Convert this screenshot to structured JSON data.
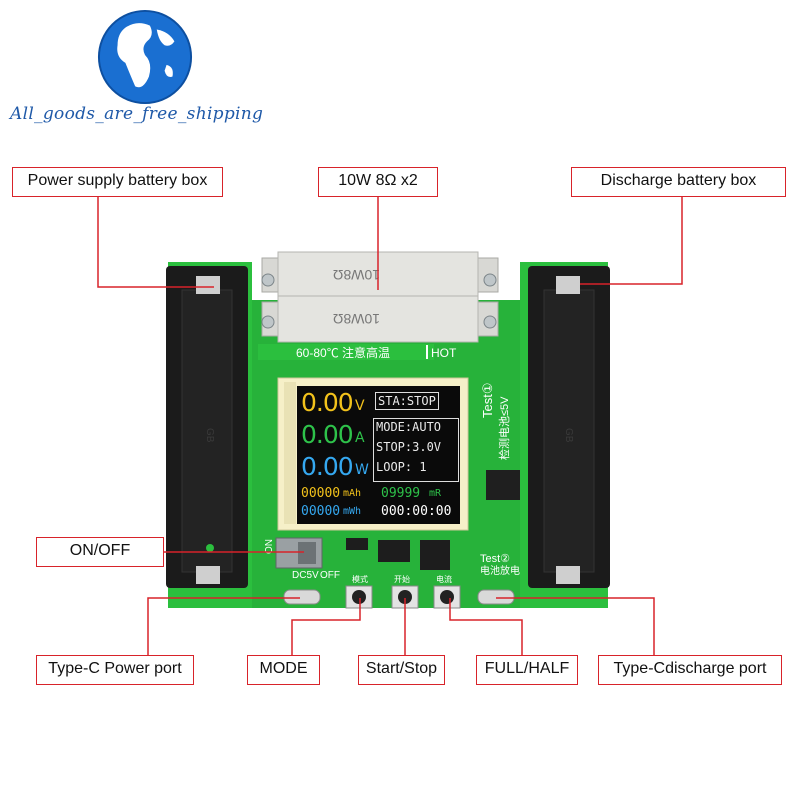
{
  "brand": {
    "text": "All_goods_are_free_shipping",
    "globe_color": "#1a6fd1"
  },
  "callouts": {
    "power_battery_box": "Power supply battery box",
    "resistor": "10W 8Ω x2",
    "discharge_battery_box": "Discharge battery box",
    "on_off": "ON/OFF",
    "typec_power": "Type-C Power port",
    "mode": "MODE",
    "start_stop": "Start/Stop",
    "full_half": "FULL/HALF",
    "typec_discharge": "Type-Cdischarge port"
  },
  "board": {
    "resistor_marking": "10W8Ω",
    "warning_text": "60-80℃ 注意高温",
    "hot_label": "HOT",
    "test1_label": "Test①",
    "test1_sub": "检测电池≤5V",
    "test2_label": "Test②",
    "test2_sub": "电池放电",
    "on_label": "ON",
    "off_label": "OFF",
    "dc5v_label": "DC5V",
    "mode_cn": "模式",
    "start_cn": "开始",
    "capacity_cn": "电流",
    "cell_marking": "GB",
    "pcb_color": "#2bbf3e",
    "holder_color": "#1b1b1b"
  },
  "lcd": {
    "voltage": {
      "value": "0.00",
      "unit": "V",
      "color": "#f2c21b"
    },
    "current": {
      "value": "0.00",
      "unit": "A",
      "color": "#2ec24a"
    },
    "power": {
      "value": "0.00",
      "unit": "W",
      "color": "#35a8f0"
    },
    "status": "STA:STOP",
    "mode": "MODE:AUTO",
    "stop": "STOP:3.0V",
    "loop": "LOOP: 1",
    "capacity": {
      "value": "00000",
      "unit": "mAh",
      "color": "#f2c21b"
    },
    "resistance": {
      "value": "09999",
      "unit": "mR",
      "color": "#2ec24a"
    },
    "energy": {
      "value": "00000",
      "unit": "mWh",
      "color": "#35a8f0"
    },
    "time": "000:00:00"
  }
}
